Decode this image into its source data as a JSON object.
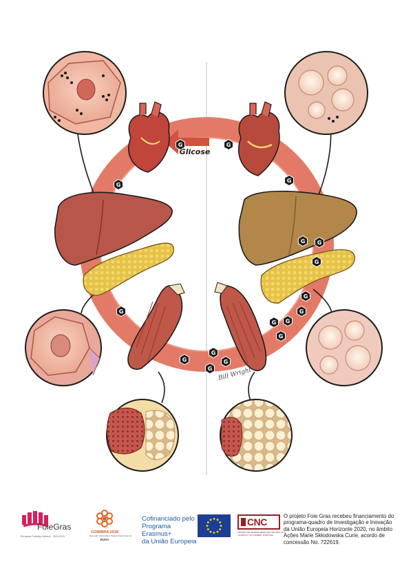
{
  "diagram": {
    "glucose_label": "Glicose",
    "glucose_symbol": "G",
    "artist_signature": "Bill Wright",
    "colors": {
      "cycle_ring": "#e2735f",
      "healthy_liver": "#b9564a",
      "fatty_liver": "#b3874a",
      "heart": "#c0453a",
      "pancreas": "#e6c24a",
      "muscle": "#c0584a",
      "adipose": "#f7ecd0",
      "divider": "#c8c8c8"
    }
  },
  "footer": {
    "foiegras_name": "FoieGras",
    "foiegras_subtitle": "European Training Network · 2020-2024",
    "coimbra_name": "COIMBRA 2018",
    "coimbra_subtitle": "European Universities' Student Sports Games",
    "coimbra_eusa": "EUSA",
    "erasmus_line1": "Cofinanciado pelo",
    "erasmus_line2": "Programa Erasmus+",
    "erasmus_line3": "da União Europeia",
    "cnc_name": "CNC",
    "cnc_subtitle1": "CENTER FOR NEUROSCIENCE AND CELL BIOLOGY",
    "cnc_subtitle2": "UNIVERSITY OF COIMBRA, PORTUGAL",
    "funding_text": "O projeto Foie Gras recebeu financiamento do programa-quadro de Investigação e Inovação da União Europeia Horizonte 2020, no âmbito Ações Marie Skłodowska Curie, acordo de concessão No. 722619."
  }
}
